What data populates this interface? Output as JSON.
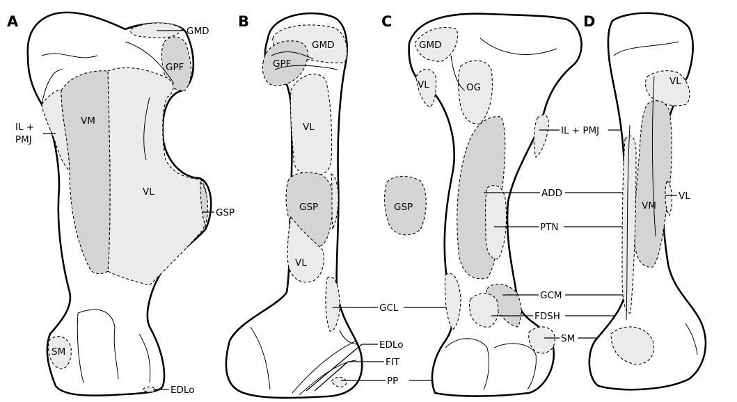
{
  "panels": [
    "A",
    "B",
    "C",
    "D"
  ],
  "labels": {
    "A": {
      "gmd": "GMD",
      "gpf": "GPF",
      "vm": "VM",
      "vl": "VL",
      "il_pmj_1": "IL +",
      "il_pmj_2": "PMJ",
      "gsp": "GSP",
      "sm": "SM",
      "edlo": "EDLo"
    },
    "B": {
      "gmd": "GMD",
      "gpf": "GPF",
      "vl_upper": "VL",
      "gsp": "GSP",
      "vl_lower": "VL",
      "gcl": "GCL",
      "edlo": "EDLo",
      "fit": "FIT",
      "pp": "PP"
    },
    "C": {
      "gmd": "GMD",
      "vl": "VL",
      "og": "OG",
      "gsp": "GSP",
      "il_pmj": "IL + PMJ",
      "add": "ADD",
      "ptn": "PTN",
      "gcm": "GCM",
      "fdsh": "FDSH",
      "sm": "SM"
    },
    "D": {
      "vl_upper": "VL",
      "vm": "VM",
      "vl_side": "VL"
    }
  }
}
